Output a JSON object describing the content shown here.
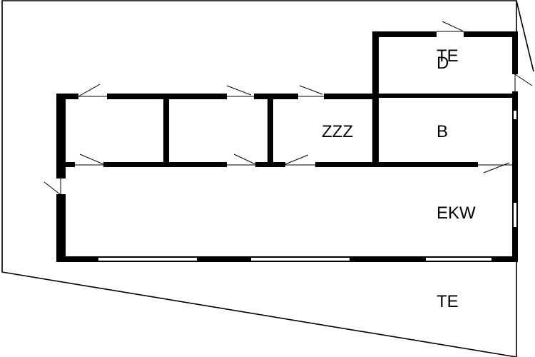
{
  "floorplan": {
    "rooms": {
      "terrace_top": "TE",
      "bottom_mark": "D",
      "bathroom": "B",
      "storage": "ZZZ",
      "living": "EKW",
      "terrace_bottom": "TE"
    },
    "colors": {
      "wall": "#000000",
      "background": "#ffffff"
    }
  }
}
